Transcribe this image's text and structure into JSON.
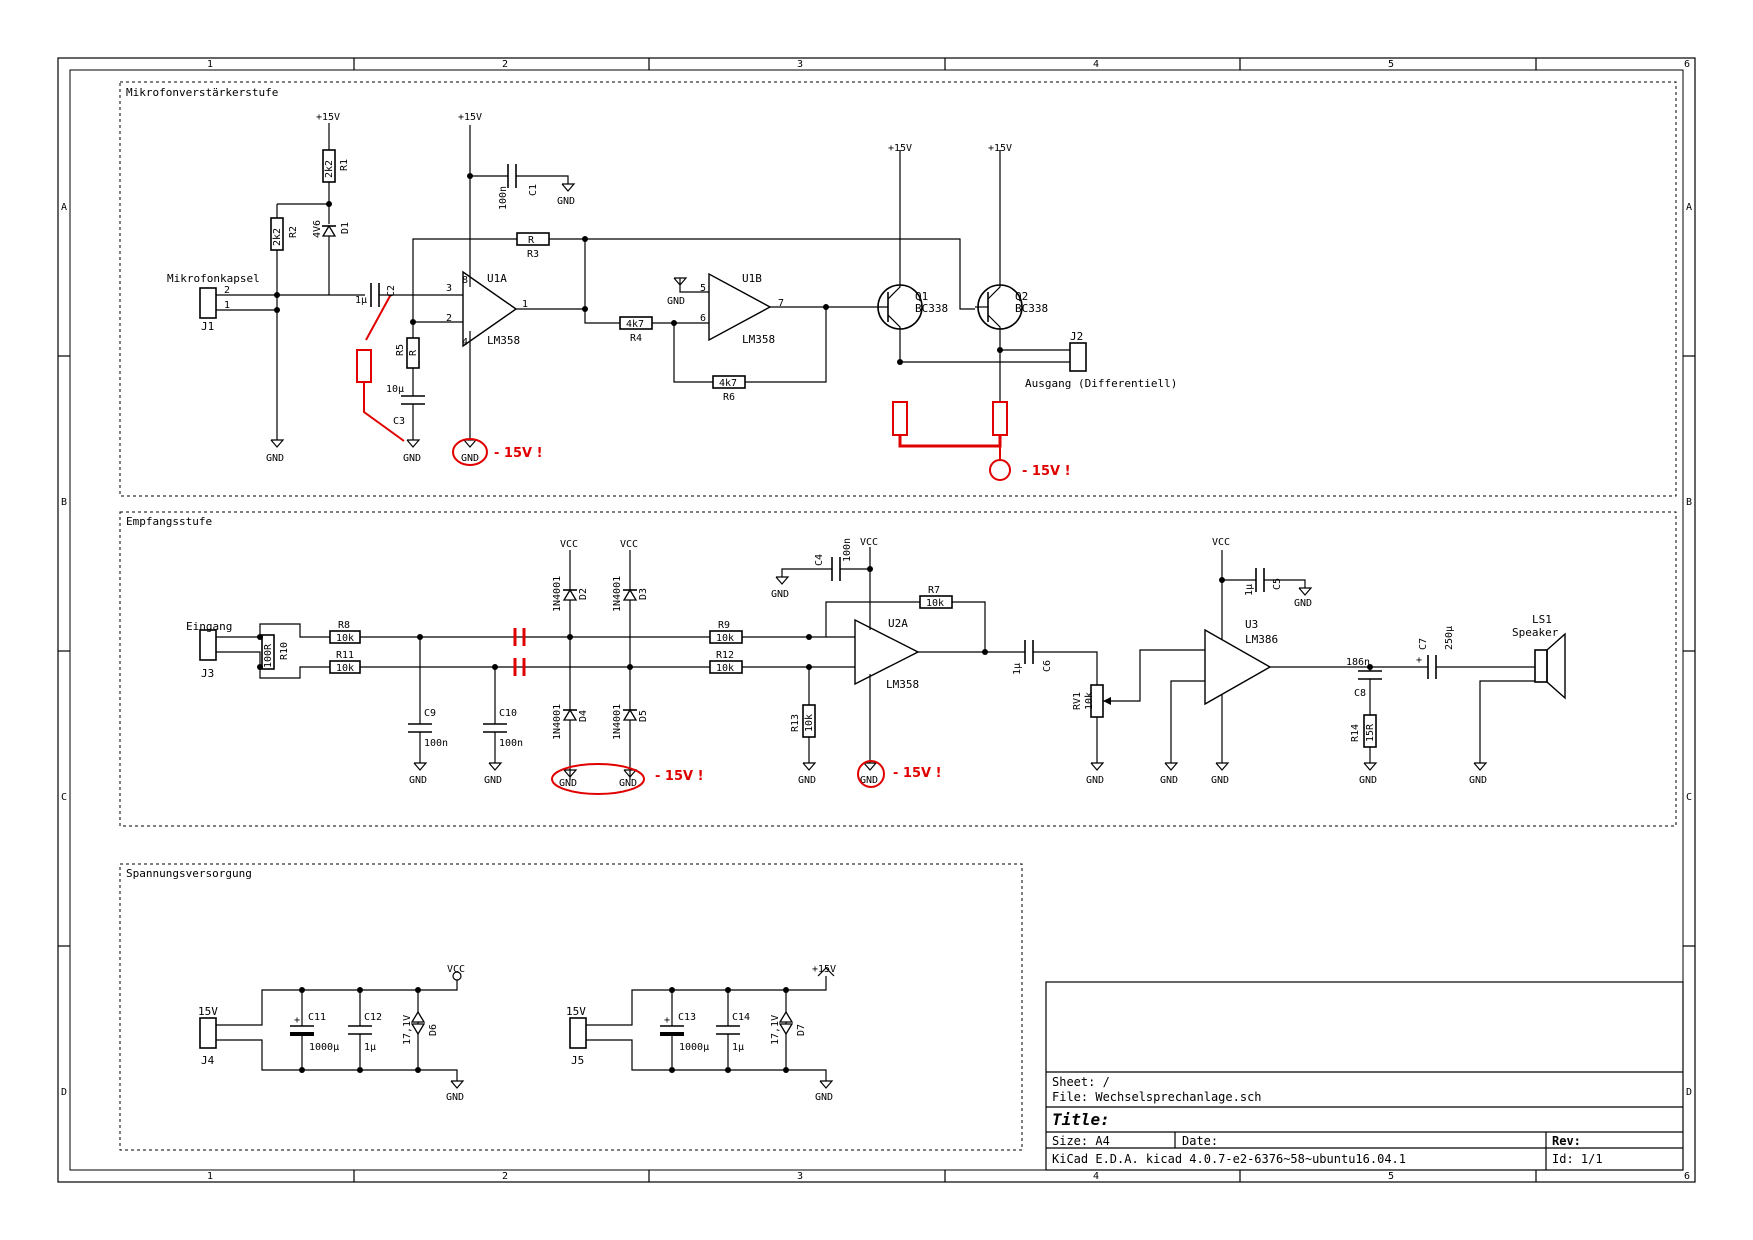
{
  "frame": {
    "columns": [
      "1",
      "2",
      "3",
      "4",
      "5",
      "6"
    ],
    "rows": [
      "A",
      "B",
      "C",
      "D"
    ]
  },
  "sections": {
    "mic": "Mikrofonverstärkerstufe",
    "rx": "Empfangsstufe",
    "psu": "Spannungsversorgung"
  },
  "titleblock": {
    "sheet": "Sheet: /",
    "file": "File: Wechselsprechanlage.sch",
    "title": "Title:",
    "size": "Size: A4",
    "date": "Date:",
    "rev": "Rev:",
    "kicad": "KiCad E.D.A.  kicad 4.0.7-e2-6376~58~ubuntu16.04.1",
    "id": "Id: 1/1"
  },
  "nets": {
    "p15": "+15V",
    "gnd": "GND",
    "vcc": "VCC"
  },
  "components": {
    "J1": {
      "ref": "J1",
      "value": "Mikrofonkapsel",
      "p1": "1",
      "p2": "2"
    },
    "R1": {
      "ref": "R1",
      "value": "2k2"
    },
    "R2": {
      "ref": "R2",
      "value": "2k2"
    },
    "D1": {
      "ref": "D1",
      "value": "4V6"
    },
    "C2": {
      "ref": "C2",
      "value": "1µ"
    },
    "R5": {
      "ref": "R5",
      "value": "R"
    },
    "C3": {
      "ref": "C3",
      "value": "10µ"
    },
    "C1": {
      "ref": "C1",
      "value": "100n"
    },
    "R3": {
      "ref": "R3",
      "value": "R"
    },
    "U1A": {
      "ref": "U1A",
      "value": "LM358",
      "pins": [
        "3",
        "2",
        "1",
        "8",
        "4"
      ]
    },
    "U1B": {
      "ref": "U1B",
      "value": "LM358",
      "pins": [
        "5",
        "6",
        "7"
      ]
    },
    "R4": {
      "ref": "R4",
      "value": "4k7"
    },
    "R6": {
      "ref": "R6",
      "value": "4k7"
    },
    "Q1": {
      "ref": "Q1",
      "value": "BC338"
    },
    "Q2": {
      "ref": "Q2",
      "value": "BC338"
    },
    "J2": {
      "ref": "J2",
      "value": "Ausgang (Differentiell)"
    },
    "J3": {
      "ref": "J3",
      "value": "Eingang"
    },
    "R10": {
      "ref": "R10",
      "value": "100R"
    },
    "R8": {
      "ref": "R8",
      "value": "10k"
    },
    "R11": {
      "ref": "R11",
      "value": "10k"
    },
    "C9": {
      "ref": "C9",
      "value": "100n"
    },
    "C10": {
      "ref": "C10",
      "value": "100n"
    },
    "D2": {
      "ref": "D2",
      "value": "1N4001"
    },
    "D3": {
      "ref": "D3",
      "value": "1N4001"
    },
    "D4": {
      "ref": "D4",
      "value": "1N4001"
    },
    "D5": {
      "ref": "D5",
      "value": "1N4001"
    },
    "R9": {
      "ref": "R9",
      "value": "10k"
    },
    "R12": {
      "ref": "R12",
      "value": "10k"
    },
    "R13": {
      "ref": "R13",
      "value": "10k"
    },
    "C4": {
      "ref": "C4",
      "value": "100n"
    },
    "R7": {
      "ref": "R7",
      "value": "10k"
    },
    "U2A": {
      "ref": "U2A",
      "value": "LM358"
    },
    "C6": {
      "ref": "C6",
      "value": "1µ"
    },
    "RV1": {
      "ref": "RV1",
      "value": "10k"
    },
    "U3": {
      "ref": "U3",
      "value": "LM386"
    },
    "C5": {
      "ref": "C5",
      "value": "1µ"
    },
    "C8": {
      "ref": "C8",
      "value": "186n"
    },
    "R14": {
      "ref": "R14",
      "value": "15R"
    },
    "C7": {
      "ref": "C7",
      "value": "250µ"
    },
    "LS1": {
      "ref": "LS1",
      "value": "Speaker"
    },
    "J4": {
      "ref": "J4",
      "value": "15V"
    },
    "C11": {
      "ref": "C11",
      "value": "1000µ"
    },
    "C12": {
      "ref": "C12",
      "value": "1µ"
    },
    "D6": {
      "ref": "D6",
      "value": "17,1V"
    },
    "J5": {
      "ref": "J5",
      "value": "15V"
    },
    "C13": {
      "ref": "C13",
      "value": "1000µ"
    },
    "C14": {
      "ref": "C14",
      "value": "1µ"
    },
    "D7": {
      "ref": "D7",
      "value": "17,1V"
    }
  },
  "annotations": {
    "neg15": "- 15V !"
  },
  "colors": {
    "ink": "#000000",
    "markup": "#e00000",
    "paper": "#ffffff"
  }
}
